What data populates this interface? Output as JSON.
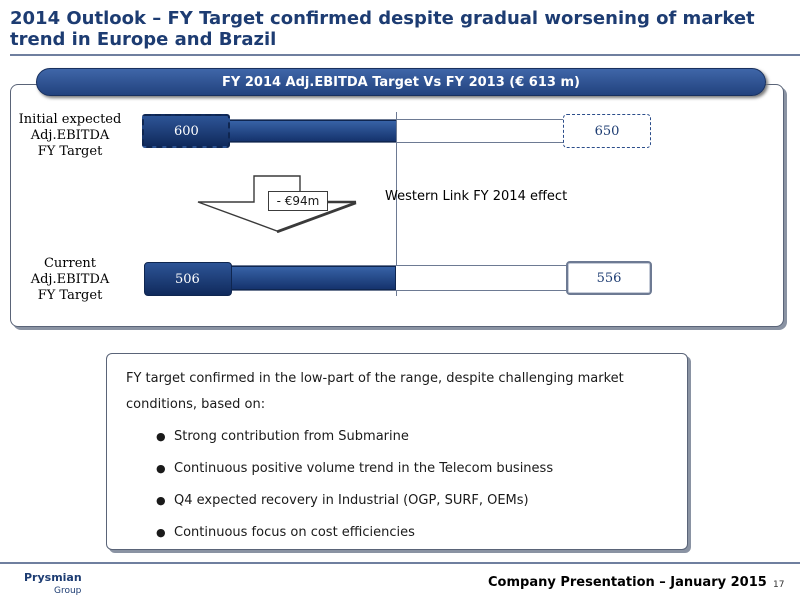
{
  "header": {
    "title_line1": "2014 Outlook – FY Target confirmed despite gradual worsening of market",
    "title_line2": "trend in Europe and Brazil"
  },
  "panel": {
    "header": "FY 2014 Adj.EBITDA Target Vs FY 2013 (€ 613 m)"
  },
  "rows": [
    {
      "label_line1": "Initial expected",
      "label_line2": "Adj.EBITDA",
      "label_line3": "FY Target",
      "low": "600",
      "high": "650",
      "style": "dashed"
    },
    {
      "label_line1": "Current",
      "label_line2": "Adj.EBITDA",
      "label_line3": "FY Target",
      "low": "506",
      "high": "556",
      "style": "solid"
    }
  ],
  "effect": {
    "value": "- €94m",
    "label": "Western Link FY 2014 effect"
  },
  "notes": {
    "intro_line1": "FY target confirmed in the low-part of the range, despite challenging market",
    "intro_line2": "conditions, based on:",
    "bullets": [
      "Strong contribution from Submarine",
      "Continuous positive volume trend in the Telecom business",
      "Q4 expected recovery in Industrial (OGP, SURF, OEMs)",
      "Continuous focus on cost efficiencies"
    ]
  },
  "footer": {
    "logo_line1": "Prysmian",
    "logo_line2": "Group",
    "text": "Company Presentation – January 2015",
    "page": "17"
  },
  "colors": {
    "accent": "#1d3c72",
    "bar_fill": "#15336d"
  }
}
